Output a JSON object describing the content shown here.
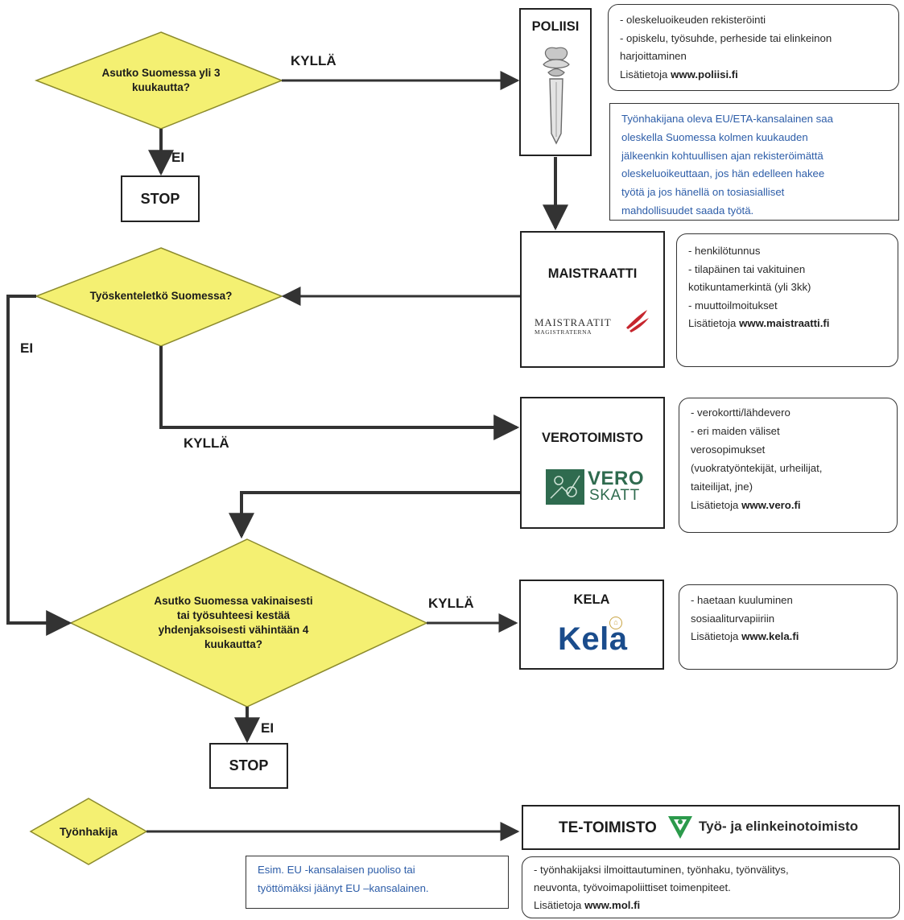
{
  "colors": {
    "diamond_fill": "#f4f072",
    "diamond_stroke": "#8b8a2c",
    "line": "#333333",
    "blue_text": "#2d5da8",
    "maistraatti_red": "#c6262e",
    "vero_green": "#2f6b4f",
    "kela_blue": "#1a4c8c",
    "te_green": "#2b9a4b"
  },
  "decisions": {
    "d1": "Asutko Suomessa yli 3 kuukautta?",
    "d2": "Työskenteletkö Suomessa?",
    "d3": "Asutko Suomessa vakinaisesti tai työsuhteesi kestää yhdenjaksoisesti vähintään 4 kuukautta?",
    "d4": "Työnhakija"
  },
  "edges": {
    "d1_yes": "KYLLÄ",
    "d1_no": "EI",
    "d2_no": "EI",
    "d2_yes": "KYLLÄ",
    "d3_yes": "KYLLÄ",
    "d3_no": "EI"
  },
  "stops": {
    "stop1": "STOP",
    "stop2": "STOP"
  },
  "agencies": {
    "poliisi": {
      "title": "POLIISI",
      "icon": "police-badge-icon"
    },
    "maistraatti": {
      "title": "MAISTRAATTI",
      "logo_line1": "MAISTRAATIT",
      "logo_line2": "MAGISTRATERNA",
      "icon": "maistraatti-logo-icon"
    },
    "vero": {
      "title": "VEROTOIMISTO",
      "logo_line1": "VERO",
      "logo_line2": "SKATT",
      "icon": "vero-logo-icon"
    },
    "kela": {
      "title": "KELA",
      "logo": "Kela",
      "icon": "kela-logo-icon"
    },
    "te": {
      "title": "TE-TOIMISTO",
      "subtitle": "Työ- ja elinkeinotoimisto",
      "icon": "te-logo-icon"
    }
  },
  "info": {
    "poliisi": {
      "lines": [
        "- oleskeluoikeuden rekisteröinti",
        "- opiskelu, työsuhde, perheside tai elinkeinon",
        "harjoittaminen"
      ],
      "more_prefix": "Lisätietoja",
      "more_link": "www.poliisi.fi"
    },
    "poliisi_note": {
      "lines": [
        "Työnhakijana oleva EU/ETA-kansalainen saa",
        "oleskella Suomessa kolmen kuukauden",
        "jälkeenkin kohtuullisen ajan rekisteröimättä",
        "oleskeluoikeuttaan, jos hän edelleen hakee",
        "työtä ja jos hänellä on tosiasialliset",
        "mahdollisuudet saada työtä."
      ]
    },
    "maistraatti": {
      "lines": [
        "- henkilötunnus",
        "- tilapäinen tai vakituinen",
        "kotikuntamerkintä (yli 3kk)",
        "- muuttoilmoitukset"
      ],
      "more_prefix": "Lisätietoja",
      "more_link": "www.maistraatti.fi"
    },
    "vero": {
      "lines": [
        "- verokortti/lähdevero",
        "- eri maiden väliset",
        "verosopimukset",
        "(vuokratyöntekijät, urheilijat,",
        "taiteilijat, jne)"
      ],
      "more_prefix": "Lisätietoja",
      "more_link": "www.vero.fi"
    },
    "kela": {
      "lines": [
        "- haetaan kuuluminen",
        "sosiaaliturvapiiriin"
      ],
      "more_prefix": "Lisätietoja",
      "more_link": "www.kela.fi"
    },
    "te": {
      "lines": [
        "- työnhakijaksi ilmoittautuminen, työnhaku, työnvälitys,",
        "neuvonta, työvoimapoliittiset toimenpiteet."
      ],
      "more_prefix": "Lisätietoja",
      "more_link": "www.mol.fi"
    },
    "te_note": {
      "lines": [
        "Esim. EU -kansalaisen puoliso tai",
        "työttömäksi jäänyt EU –kansalainen."
      ]
    }
  }
}
